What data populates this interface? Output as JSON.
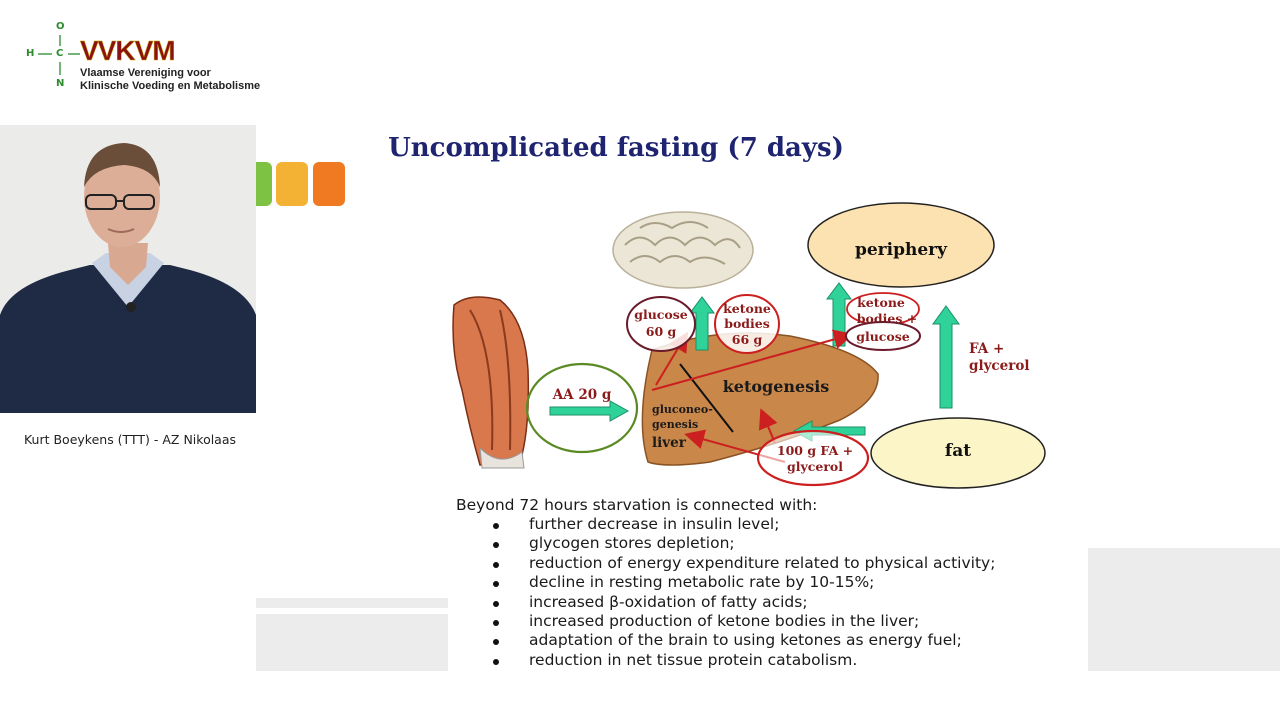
{
  "logo": {
    "atoms": {
      "o": "O",
      "h": "H",
      "c": "C",
      "n": "N"
    },
    "title": "VVKVM",
    "subtitle_line1": "Vlaamse Vereniging voor",
    "subtitle_line2": "Klinische Voeding en Metabolisme"
  },
  "speaker": {
    "caption": "Kurt Boeykens (TTT) - AZ Nikolaas"
  },
  "accent_colors": {
    "green": "#7dc242",
    "yellow": "#f3b234",
    "orange": "#ef7a22",
    "title": "#1e2470",
    "label": "#8b1a1a",
    "arrow": "#2fd39a"
  },
  "slide": {
    "title": "Uncomplicated fasting (7 days)",
    "diagram": {
      "periphery": "periphery",
      "ketone_top_line1": "ketone",
      "ketone_top_line2": "bodies +",
      "glucose_right": "glucose",
      "fa_glycerol_line1": "FA +",
      "fa_glycerol_line2": "glycerol",
      "glucose_brain_line1": "glucose",
      "glucose_brain_line2": "60 g",
      "ketone_brain_line1": "ketone",
      "ketone_brain_line2": "bodies",
      "ketone_brain_line3": "66 g",
      "aa": "AA 20 g",
      "ketogenesis": "ketogenesis",
      "gluconeo_line1": "gluconeo-",
      "gluconeo_line2": "genesis",
      "liver": "liver",
      "fa_100_line1": "100 g FA +",
      "fa_100_line2": "glycerol",
      "fat": "fat"
    },
    "intro": "Beyond 72 hours starvation is connected with:",
    "bullets": [
      "further decrease in insulin level;",
      "glycogen stores depletion;",
      "reduction of energy expenditure related to physical activity;",
      "decline in resting metabolic rate by 10-15%;",
      "increased β-oxidation of fatty acids;",
      "increased production of ketone bodies in the liver;",
      "adaptation of the brain to using ketones as energy fuel;",
      "reduction in net tissue protein catabolism."
    ]
  }
}
